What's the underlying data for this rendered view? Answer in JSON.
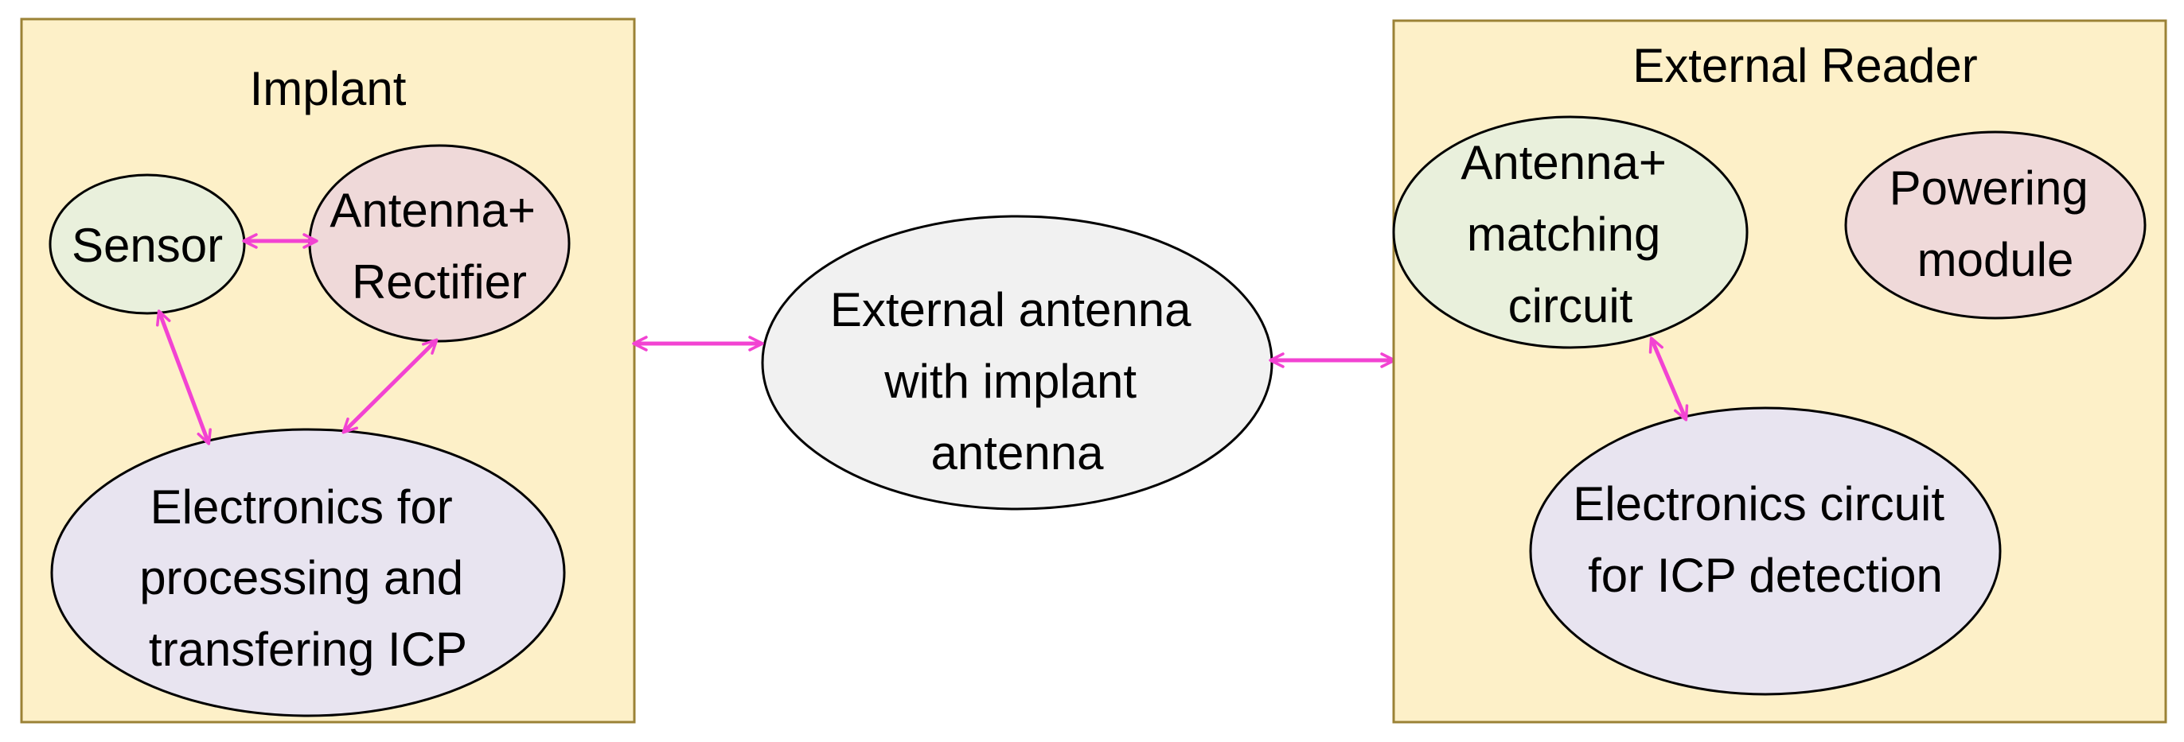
{
  "colors": {
    "panel_fill": "#FDF0C8",
    "panel_stroke": "#9B8236",
    "sensor_fill": "#E9F0DC",
    "antenna_rect_fill": "#EFD9D9",
    "electronics_fill": "#E8E4F0",
    "external_fill": "#F1F1F1",
    "arrow": "#F243D2",
    "outline": "#000000"
  },
  "implant": {
    "title": "Implant",
    "sensor": [
      "Sensor"
    ],
    "antenna_rectifier": [
      "Antenna+",
      "Rectifier"
    ],
    "electronics": [
      "Electronics for",
      "processing and",
      "transfering ICP"
    ]
  },
  "external_antenna": [
    "External antenna",
    "with implant",
    "antenna"
  ],
  "reader": {
    "title": "External Reader",
    "antenna_matching": [
      "Antenna+",
      "matching",
      "circuit"
    ],
    "powering": [
      "Powering",
      "module"
    ],
    "electronics": [
      "Electronics circuit",
      "for ICP detection"
    ]
  }
}
